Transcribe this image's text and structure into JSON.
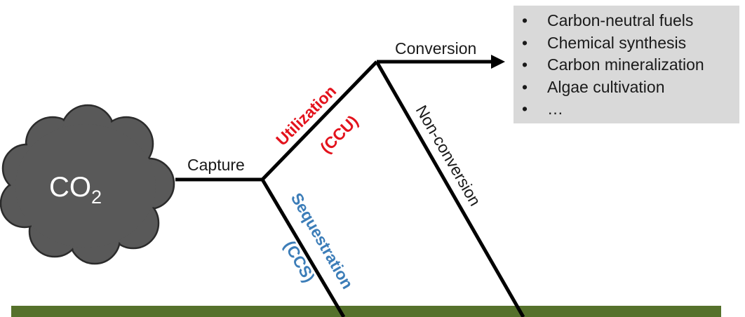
{
  "source": {
    "label": "CO",
    "subscript": "2"
  },
  "edges": {
    "capture": "Capture",
    "conversion": "Conversion",
    "non_conversion": "Non-conversion"
  },
  "branches": {
    "utilization": {
      "name": "Utilization",
      "abbr": "(CCU)",
      "color": "#e3121c"
    },
    "sequestration": {
      "name": "Sequestration",
      "abbr": "(CCS)",
      "color": "#3c7db8"
    }
  },
  "applications": {
    "bullet": "•",
    "items": [
      {
        "label": "Carbon-neutral fuels"
      },
      {
        "label": "Chemical synthesis"
      },
      {
        "label": "Carbon mineralization"
      },
      {
        "label": "Algae cultivation"
      },
      {
        "label": "…"
      }
    ]
  },
  "colors": {
    "cloud": "#595959",
    "ground": "#55712b",
    "line": "#000000",
    "box": "#d9d9d9"
  }
}
